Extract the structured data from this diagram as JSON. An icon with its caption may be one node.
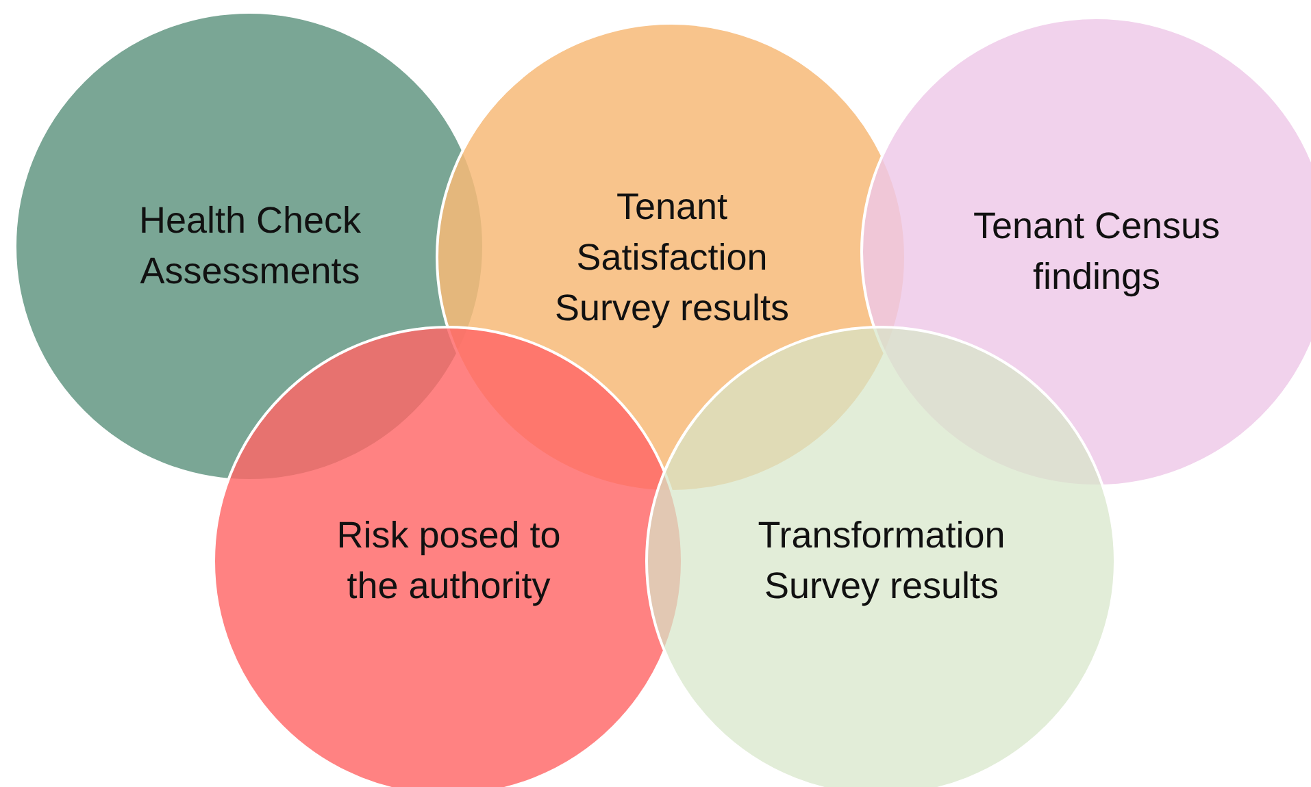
{
  "diagram": {
    "nodes": [
      {
        "text": [
          "Health Check Assessments"
        ]
      },
      {
        "text": [
          "Tenant Satisfaction Survey results"
        ]
      },
      {
        "text": [
          "Tenant Census findings"
        ]
      },
      {
        "text": [
          "Risk posed to the authority"
        ]
      },
      {
        "text": [
          "Transformation Survey results"
        ]
      }
    ]
  }
}
